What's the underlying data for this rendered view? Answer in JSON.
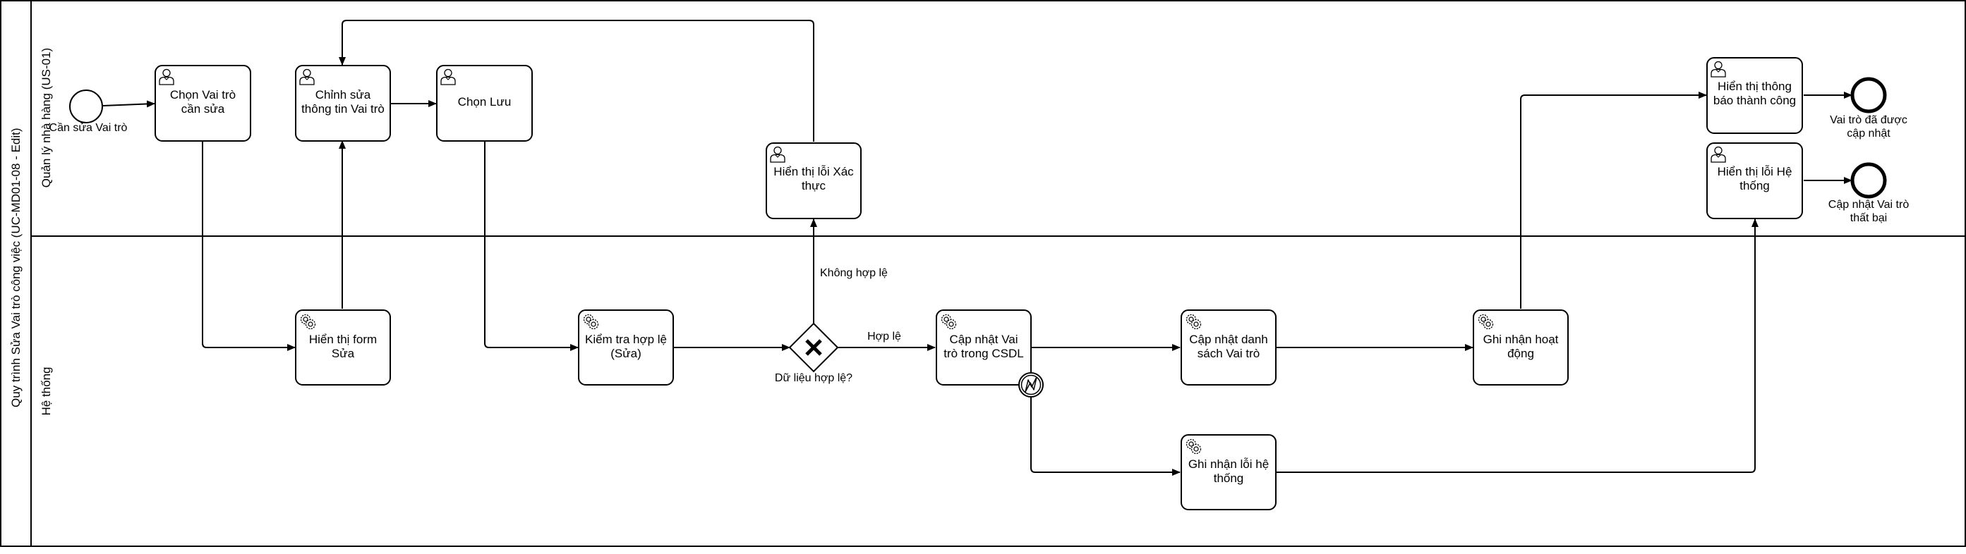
{
  "pool": {
    "title": "Quy trình Sửa Vai trò công việc (UC-MD01-08 - Edit)"
  },
  "lanes": [
    {
      "name": "Quản lý nhà hàng (US-01)"
    },
    {
      "name": "Hệ thống"
    }
  ],
  "events": {
    "start": {
      "label": "Cần sửa Vai trò"
    },
    "end_success": {
      "label": "Vai trò đã được\ncập nhật"
    },
    "end_failure": {
      "label": "Cập nhật Vai trò\nthất bại"
    }
  },
  "tasks": {
    "choose_role": {
      "label": "Chọn Vai trò\ncần sửa",
      "type": "user"
    },
    "edit_role_info": {
      "label": "Chỉnh sửa\nthông tin Vai trò",
      "type": "user"
    },
    "choose_save": {
      "label": "Chọn Lưu",
      "type": "user"
    },
    "show_validation_error": {
      "label": "Hiển thị lỗi Xác\nthực",
      "type": "user"
    },
    "show_success": {
      "label": "Hiển thị thông\nbáo thành công",
      "type": "user"
    },
    "show_system_error": {
      "label": "Hiển thị lỗi Hệ\nthống",
      "type": "user"
    },
    "show_edit_form": {
      "label": "Hiển thị form\nSửa",
      "type": "service"
    },
    "validate": {
      "label": "Kiểm tra hợp lệ\n(Sửa)",
      "type": "service"
    },
    "update_db": {
      "label": "Cập nhật Vai\ntrò trong CSDL",
      "type": "service"
    },
    "update_list": {
      "label": "Cập nhật danh\nsách Vai trò",
      "type": "service"
    },
    "log_activity": {
      "label": "Ghi nhận hoạt\nđộng",
      "type": "service"
    },
    "log_error": {
      "label": "Ghi nhận lỗi hệ\nthống",
      "type": "service"
    }
  },
  "gateway": {
    "label": "Dữ liệu hợp lệ?"
  },
  "flows": {
    "valid": {
      "label": "Hợp lệ"
    },
    "invalid": {
      "label": "Không hợp lệ"
    }
  }
}
